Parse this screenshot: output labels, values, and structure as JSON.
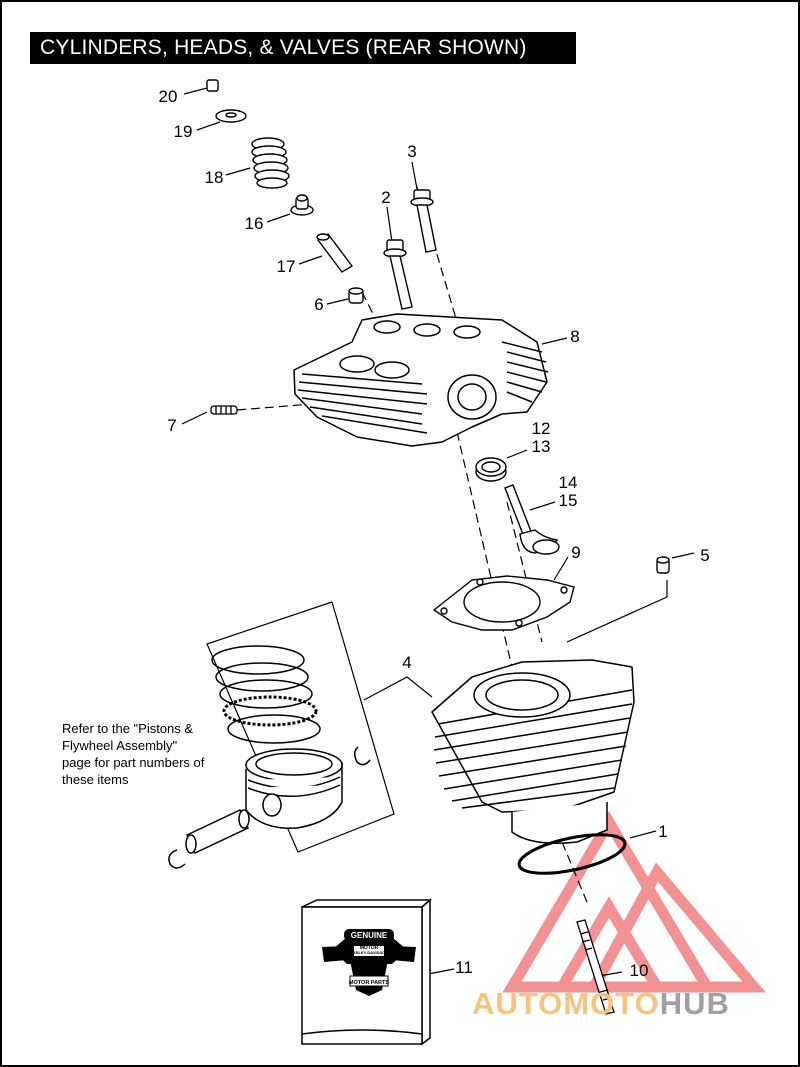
{
  "title": "CYLINDERS, HEADS, & VALVES (REAR SHOWN)",
  "callouts": [
    "20",
    "19",
    "18",
    "16",
    "17",
    "3",
    "2",
    "6",
    "8",
    "7",
    "12",
    "13",
    "14",
    "15",
    "9",
    "5",
    "4",
    "1",
    "10",
    "11"
  ],
  "note": {
    "lines": [
      "Refer to the \"Pistons &",
      "Flywheel Assembly\"",
      "page for part numbers of",
      "these items"
    ]
  },
  "logo": {
    "top": "GENUINE",
    "badge": "MOTOR",
    "brand": "HARLEY-DAVIDSON",
    "banner": "MOTOR PARTS"
  },
  "watermark": {
    "part1": "AUTOMOTO",
    "part2": "HUB",
    "color1": "#f6c47c",
    "color2": "#a0a0a0",
    "triangle_color": "#f08080"
  }
}
